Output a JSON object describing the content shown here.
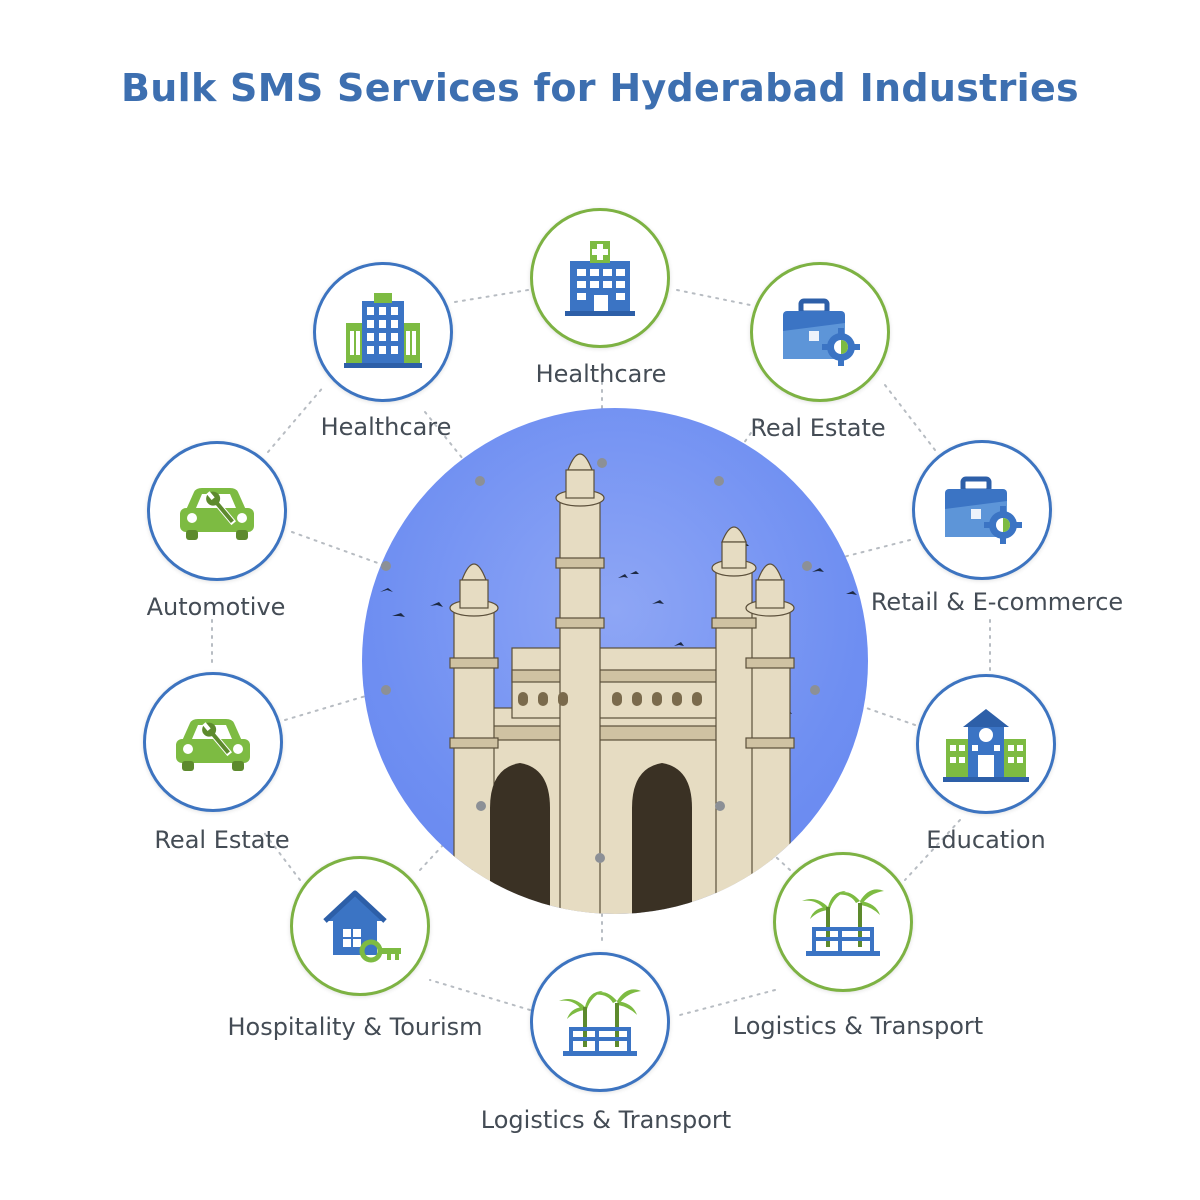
{
  "title": "Bulk SMS Services for Hyderabad Industries",
  "nodes": [
    {
      "label": "Healthcare",
      "icon": "hospital-icon"
    },
    {
      "label": "Real Estate",
      "icon": "briefcase-gear-icon"
    },
    {
      "label": "Retail & E-commerce",
      "icon": "briefcase-gear-icon"
    },
    {
      "label": "Education",
      "icon": "school-building-icon"
    },
    {
      "label": "Logistics & Transport",
      "icon": "palm-trees-icon"
    },
    {
      "label": "Logistics & Transport",
      "icon": "palm-trees-icon"
    },
    {
      "label": "Hospitality & Tourism",
      "icon": "house-key-icon"
    },
    {
      "label": "Real Estate",
      "icon": "car-wrench-icon"
    },
    {
      "label": "Automotive",
      "icon": "car-wrench-icon"
    },
    {
      "label": "Healthcare",
      "icon": "office-building-icon"
    }
  ],
  "center_image": "charminar-landmark",
  "colors": {
    "title": "#3d6fb0",
    "ring_blue": "#3d74c0",
    "ring_green": "#7db243",
    "icon_blue": "#3b74c4",
    "icon_green": "#7dbb42",
    "sky": "#6f8ff2"
  }
}
